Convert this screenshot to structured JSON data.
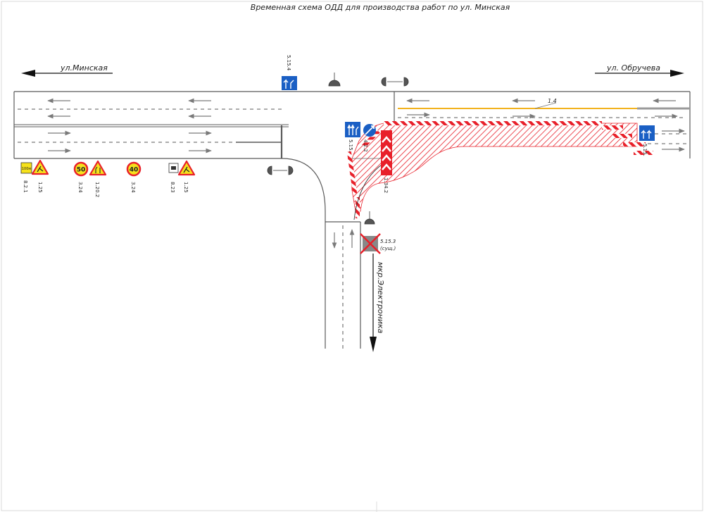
{
  "title": "Временная схема ОДД для производства работ по ул. Минская",
  "streets": {
    "left": "ул.Минская",
    "right": "ул. Обручева",
    "bottom": "мкр.Электроника"
  },
  "marking_label": "1.4",
  "sign_codes": {
    "s5154": "5.15.4",
    "s515_left": "5.15.",
    "s515_right": "5.15.",
    "s4_2_2": "4.2.2",
    "s1_34_2": "1.34.2",
    "s5153": "5.15.3",
    "s5153_note": "(сущ.)",
    "s821": "8.2.1",
    "s125a": "1.25",
    "s324a": "3.24",
    "s1202": "1.20.2",
    "s324b": "3.24",
    "s823": "8.23",
    "s125b": "1.25"
  },
  "sign_values": {
    "speed1": "50",
    "speed2": "40",
    "distance_plate": "100м"
  },
  "colors": {
    "road_line": "#5a5a5a",
    "lane_arrow": "#7a7a7a",
    "work_zone": "#e8202a",
    "sign_blue": "#1a5fc4",
    "sign_yellow": "#f6e21c",
    "marking_yellow": "#f2b21e"
  }
}
